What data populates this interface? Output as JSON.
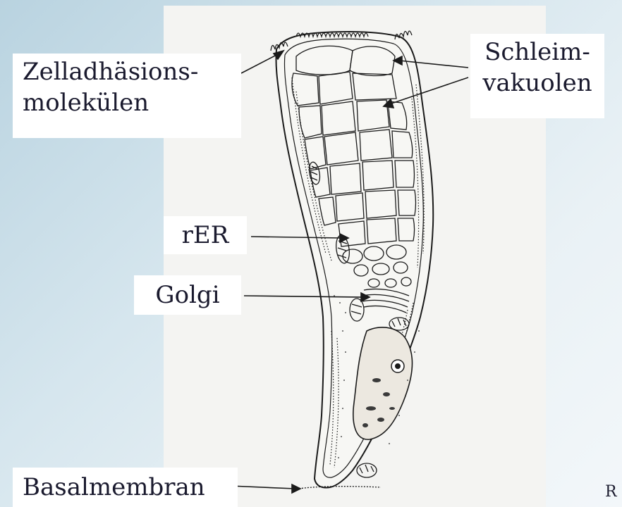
{
  "labels": {
    "adhesion": "Zelladhäsions-\nmolekülen",
    "schleim": "Schleim-\nvakuolen",
    "rer": "rER",
    "golgi": "Golgi",
    "basal": "Basalmembran"
  },
  "corner_mark": "R",
  "colors": {
    "background_gradient_start": "#b9d3e0",
    "drawing_paper": "#f4f4f2",
    "ink": "#1a1a1a",
    "label_box": "#ffffff",
    "label_text": "#1a1a2e"
  },
  "icons": {
    "cell": "goblet-cell-illustration"
  }
}
